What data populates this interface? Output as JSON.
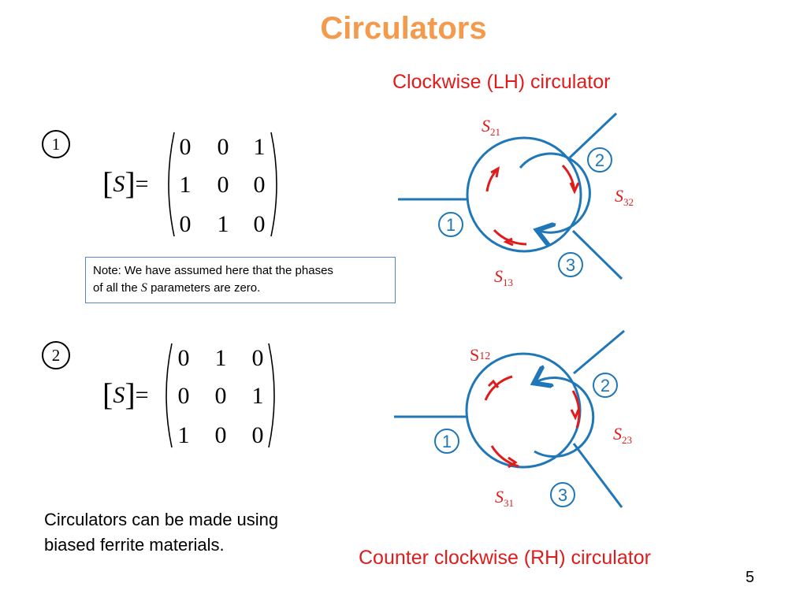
{
  "slide": {
    "title": "Circulators",
    "slide_number": "5",
    "footer_text_line1": "Circulators can be made using",
    "footer_text_line2": "biased ferrite materials."
  },
  "case1": {
    "badge": "1",
    "lhs_symbol": "S",
    "equals": "=",
    "matrix": [
      [
        "0",
        "0",
        "1"
      ],
      [
        "1",
        "0",
        "0"
      ],
      [
        "0",
        "1",
        "0"
      ]
    ]
  },
  "case2": {
    "badge": "2",
    "lhs_symbol": "S",
    "equals": "=",
    "matrix": [
      [
        "0",
        "1",
        "0"
      ],
      [
        "0",
        "0",
        "1"
      ],
      [
        "1",
        "0",
        "0"
      ]
    ]
  },
  "note": {
    "prefix": "Note:  We have assumed here that the phases",
    "line2_before": "of  all the",
    "symbol": "S",
    "line2_after": "parameters are zero."
  },
  "diagram_top": {
    "heading": "Clockwise (LH) circulator",
    "ports": [
      "1",
      "2",
      "3"
    ],
    "labels": [
      {
        "sym": "S",
        "sub": "21"
      },
      {
        "sym": "S",
        "sub": "32"
      },
      {
        "sym": "S",
        "sub": "13"
      }
    ]
  },
  "diagram_bottom": {
    "heading": "Counter clockwise (RH) circulator",
    "ports": [
      "1",
      "2",
      "3"
    ],
    "labels": [
      {
        "sym": "S",
        "sub": "12"
      },
      {
        "sym": "S",
        "sub": "23"
      },
      {
        "sym": "S",
        "sub": "31"
      }
    ]
  },
  "colors": {
    "title": "#f39a4c",
    "heading_red": "#e01b1b",
    "line_blue": "#1f77b8",
    "arrow_red": "#e01b1b",
    "note_border": "#5b84c4"
  }
}
